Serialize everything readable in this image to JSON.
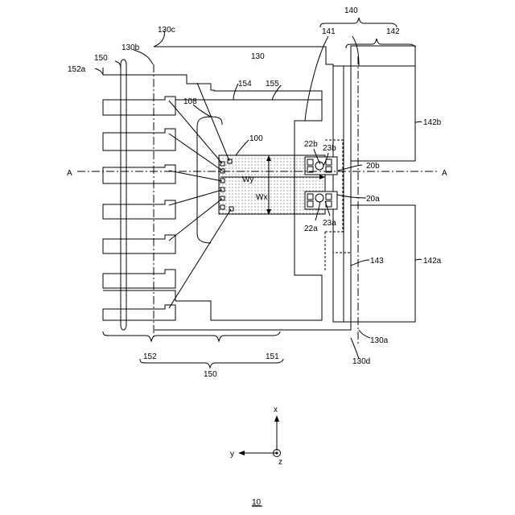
{
  "figure": {
    "figure_number": "10",
    "section_marks": {
      "left": "A",
      "right": "A"
    },
    "dimensions": {
      "width_x": "Wx",
      "width_y": "Wy"
    },
    "axes": {
      "x": "x",
      "y": "y",
      "z": "z"
    },
    "labels": {
      "l140": "140",
      "l141": "141",
      "l142": "142",
      "l142a": "142a",
      "l142b": "142b",
      "l143": "143",
      "l150_top": "150",
      "l150_bottom": "150",
      "l151": "151",
      "l152": "152",
      "l152a": "152a",
      "l154": "154",
      "l155": "155",
      "l130": "130",
      "l130a": "130a",
      "l130b": "130b",
      "l130c": "130c",
      "l130d": "130d",
      "l108": "108",
      "l100": "100",
      "l20a": "20a",
      "l20b": "20b",
      "l22a": "22a",
      "l22b": "22b",
      "l23a": "23a",
      "l23b": "23b"
    }
  }
}
